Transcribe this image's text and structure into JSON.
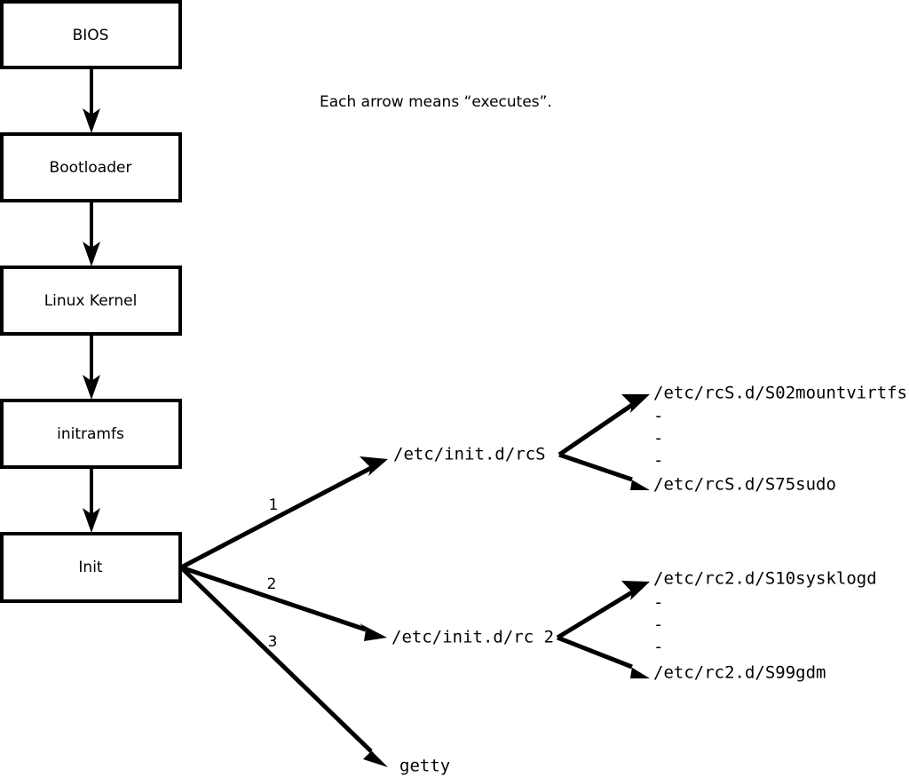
{
  "caption": {
    "text": "Each arrow means “executes”."
  },
  "chain": {
    "nodes": [
      {
        "label": "BIOS"
      },
      {
        "label": "Bootloader"
      },
      {
        "label": "Linux Kernel"
      },
      {
        "label": "initramfs"
      },
      {
        "label": "Init"
      }
    ]
  },
  "init_branches": [
    {
      "number": "1",
      "label": "/etc/init.d/rcS"
    },
    {
      "number": "2",
      "label": "/etc/init.d/rc 2"
    },
    {
      "number": "3",
      "label": "getty"
    }
  ],
  "rcs_scripts": {
    "first": "/etc/rcS.d/S02mountvirtfs",
    "ellipsis": [
      "-",
      "-",
      "-"
    ],
    "last": "/etc/rcS.d/S75sudo"
  },
  "rc2_scripts": {
    "first": "/etc/rc2.d/S10sysklogd",
    "ellipsis": [
      "-",
      "-",
      "-"
    ],
    "last": "/etc/rc2.d/S99gdm"
  },
  "colors": {
    "stroke": "#000000",
    "fill": "#ffffff",
    "background": "#ffffff"
  }
}
